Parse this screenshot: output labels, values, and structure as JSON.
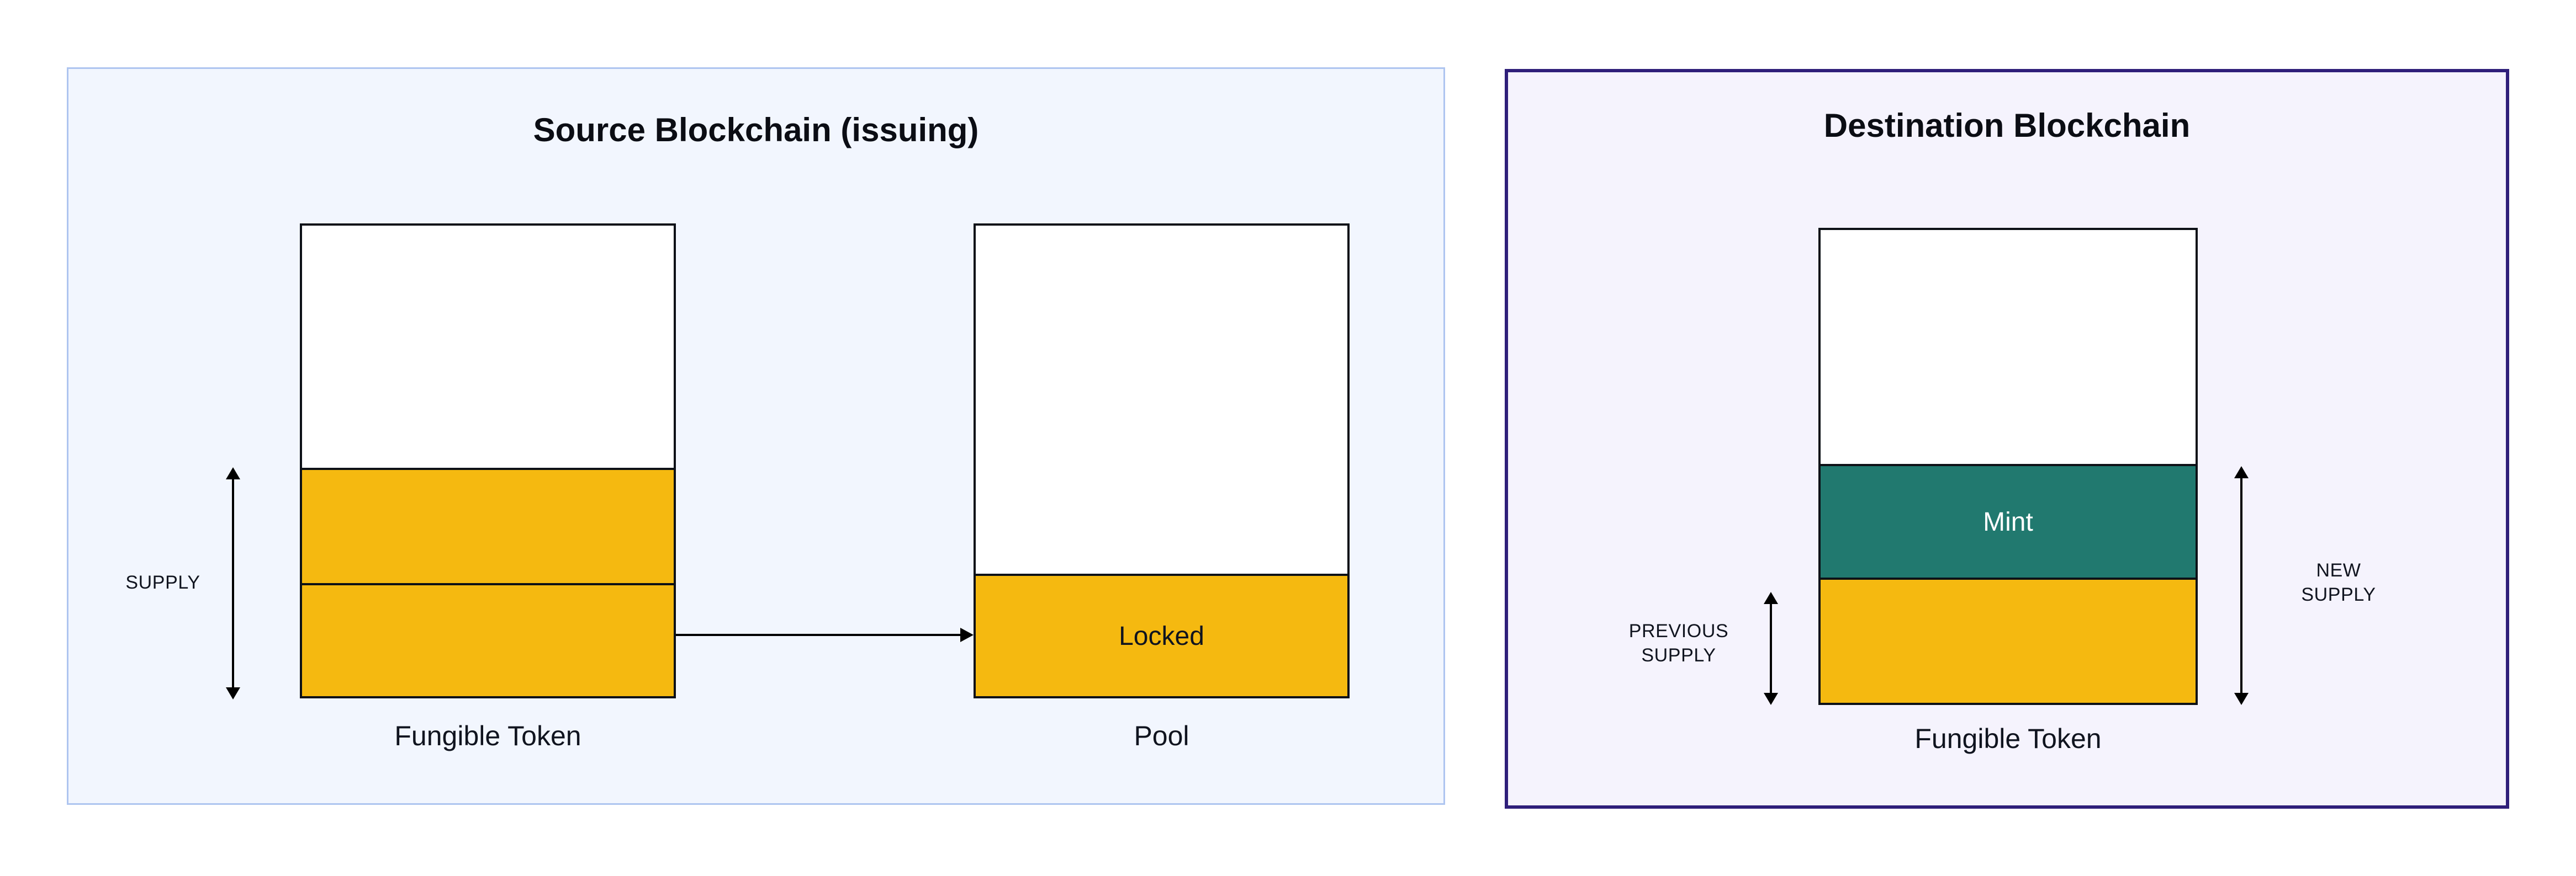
{
  "diagram": {
    "title_semantic": "lock-and-mint-token-bridge-diagram",
    "colors": {
      "token_yellow": "#f5b910",
      "mint_teal": "#21796f",
      "source_panel_border": "#aec5f0",
      "source_panel_bg": "#f2f6fe",
      "destination_panel_border": "#2f1f7a",
      "destination_panel_bg": "#f5f3fd",
      "bar_outline": "#0d1117",
      "text": "#10141f"
    }
  },
  "source_panel": {
    "title": "Source Blockchain (issuing)",
    "dimension": {
      "label": "SUPPLY"
    },
    "token_bar": {
      "caption": "Fungible Token",
      "segments": [
        {
          "name": "unfilled-headroom",
          "label": "",
          "fill": "white"
        },
        {
          "name": "supply-upper",
          "label": "",
          "fill": "yellow"
        },
        {
          "name": "supply-lower",
          "label": "",
          "fill": "yellow"
        }
      ]
    },
    "pool_bar": {
      "caption": "Pool",
      "segments": [
        {
          "name": "pool-empty",
          "label": "",
          "fill": "white"
        },
        {
          "name": "pool-locked",
          "label": "Locked",
          "fill": "yellow"
        }
      ]
    },
    "transfer_arrow": {
      "label": ""
    }
  },
  "destination_panel": {
    "title": "Destination Blockchain",
    "dimensions": {
      "previous": {
        "label": "PREVIOUS\nSUPPLY"
      },
      "new": {
        "label": "NEW\nSUPPLY"
      }
    },
    "token_bar": {
      "caption": "Fungible Token",
      "segments": [
        {
          "name": "unfilled-headroom",
          "label": "",
          "fill": "white"
        },
        {
          "name": "minted",
          "label": "Mint",
          "fill": "teal"
        },
        {
          "name": "previous-supply",
          "label": "",
          "fill": "yellow"
        }
      ]
    }
  }
}
